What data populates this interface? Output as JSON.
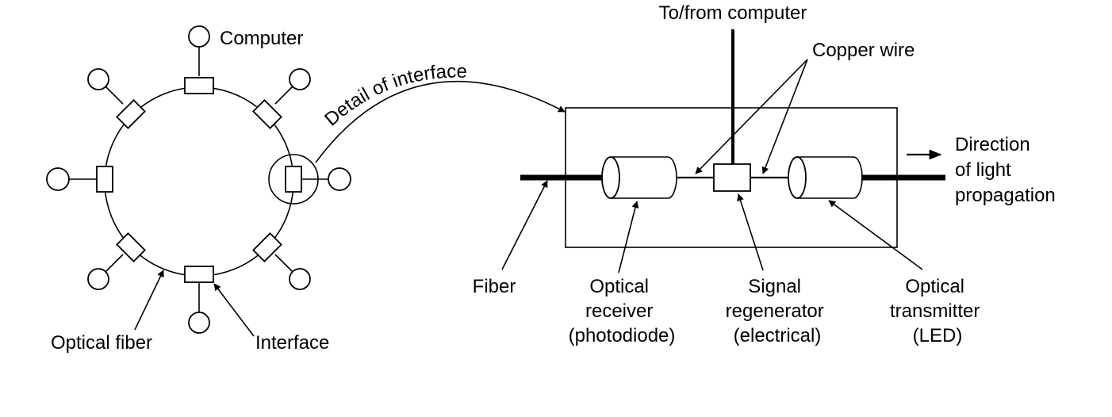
{
  "ring_labels": {
    "computer": "Computer",
    "optical_fiber": "Optical fiber",
    "interface": "Interface"
  },
  "detail_label": "Detail of interface",
  "detail_labels": {
    "to_from_computer": "To/from computer",
    "copper_wire": "Copper wire",
    "direction": [
      "Direction",
      "of light",
      "propagation"
    ],
    "fiber": "Fiber",
    "optical_receiver": [
      "Optical",
      "receiver",
      "(photodiode)"
    ],
    "signal_regenerator": [
      "Signal",
      "regenerator",
      "(electrical)"
    ],
    "optical_transmitter": [
      "Optical",
      "transmitter",
      "(LED)"
    ]
  }
}
